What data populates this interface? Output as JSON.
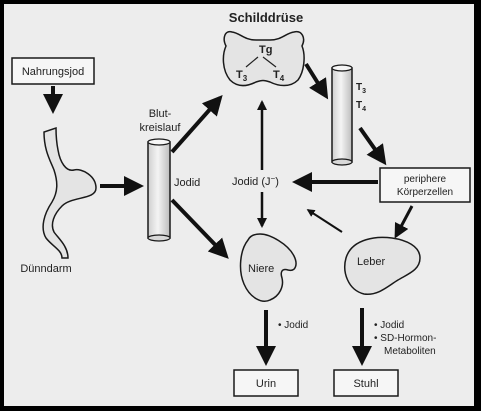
{
  "title": "Schilddrüse",
  "thyroid": {
    "tg": "Tg",
    "t3": "T",
    "t3_sub": "3",
    "t4": "T",
    "t4_sub": "4"
  },
  "hormone_tube": {
    "t3": "T",
    "t3_sub": "3",
    "t4": "T",
    "t4_sub": "4"
  },
  "nahrungsjod": "Nahrungsjod",
  "duenndarm": "Dünndarm",
  "blutkreislauf": {
    "line1": "Blut-",
    "line2": "kreislauf"
  },
  "jodid_blood": "Jodid",
  "jodid_center": "Jodid (J",
  "jodid_center_sup": "−",
  "jodid_center_close": ")",
  "periphere": {
    "line1": "periphere",
    "line2": "Körperzellen"
  },
  "niere": "Niere",
  "leber": "Leber",
  "urine_note": "• Jodid",
  "stool_note": {
    "line1": "• Jodid",
    "line2": "• SD-Hormon-",
    "line3": "Metaboliten"
  },
  "urin": "Urin",
  "stuhl": "Stuhl",
  "colors": {
    "background": "#ededed",
    "stroke": "#1a1a1a",
    "organ_fill": "#e4e4e4"
  }
}
